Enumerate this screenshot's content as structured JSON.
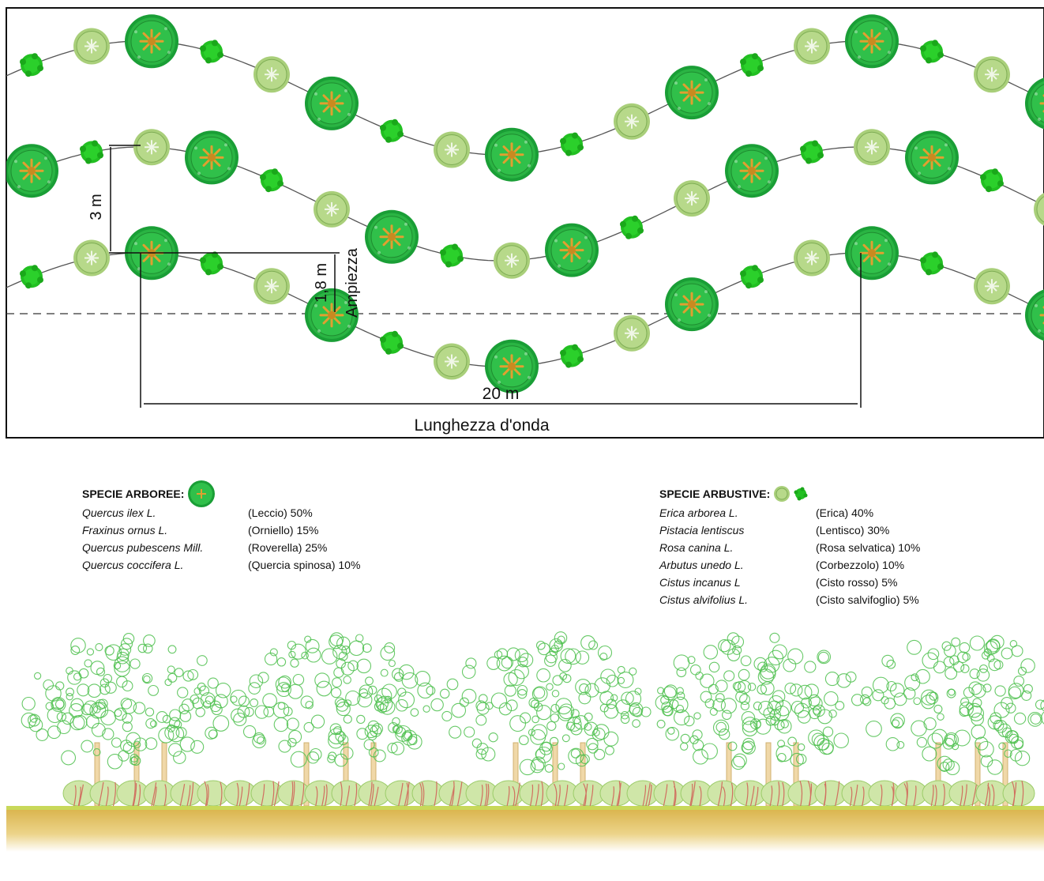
{
  "dimensions": {
    "height_label": "3 m",
    "amplitude_value": "1,8 m",
    "amplitude_label": "Ampiezza",
    "wavelength_value": "20 m",
    "wavelength_label": "Lunghezza d'onda"
  },
  "legend_trees": {
    "title": "SPECIE ARBOREE:",
    "items": [
      {
        "species": "Quercus ilex L.",
        "share": "(Leccio) 50%"
      },
      {
        "species": "Fraxinus ornus L.",
        "share": "(Orniello) 15%"
      },
      {
        "species": "Quercus pubescens Mill.",
        "share": "(Roverella) 25%"
      },
      {
        "species": "Quercus coccifera L.",
        "share": "(Quercia spinosa) 10%"
      }
    ]
  },
  "legend_shrubs": {
    "title": "SPECIE ARBUSTIVE:",
    "items": [
      {
        "species": "Erica arborea L.",
        "share": "(Erica) 40%"
      },
      {
        "species": "Pistacia lentiscus",
        "share": "(Lentisco) 30%"
      },
      {
        "species": "Rosa canina L.",
        "share": "(Rosa selvatica) 10%"
      },
      {
        "species": "Arbutus unedo L.",
        "share": "(Corbezzolo) 10%"
      },
      {
        "species": "Cistus incanus L",
        "share": "(Cisto rosso) 5%"
      },
      {
        "species": "Cistus alvifolius L.",
        "share": "(Cisto salvifoglio) 5%"
      }
    ]
  },
  "colors": {
    "tree_dark": "#1a9e36",
    "tree_mid": "#3cc24a",
    "trunk": "#e0a030",
    "shrub_light": "#a9cf7a",
    "shrub_small": "#2bd02b",
    "foliage_outline": "#4cc04c",
    "ground": "#d9b24a",
    "ground_line": "#c8d85a"
  },
  "icons": {
    "tree_symbol": "tree-canopy-icon",
    "shrub_symbol": "shrub-icon",
    "small_shrub_symbol": "small-shrub-icon"
  }
}
